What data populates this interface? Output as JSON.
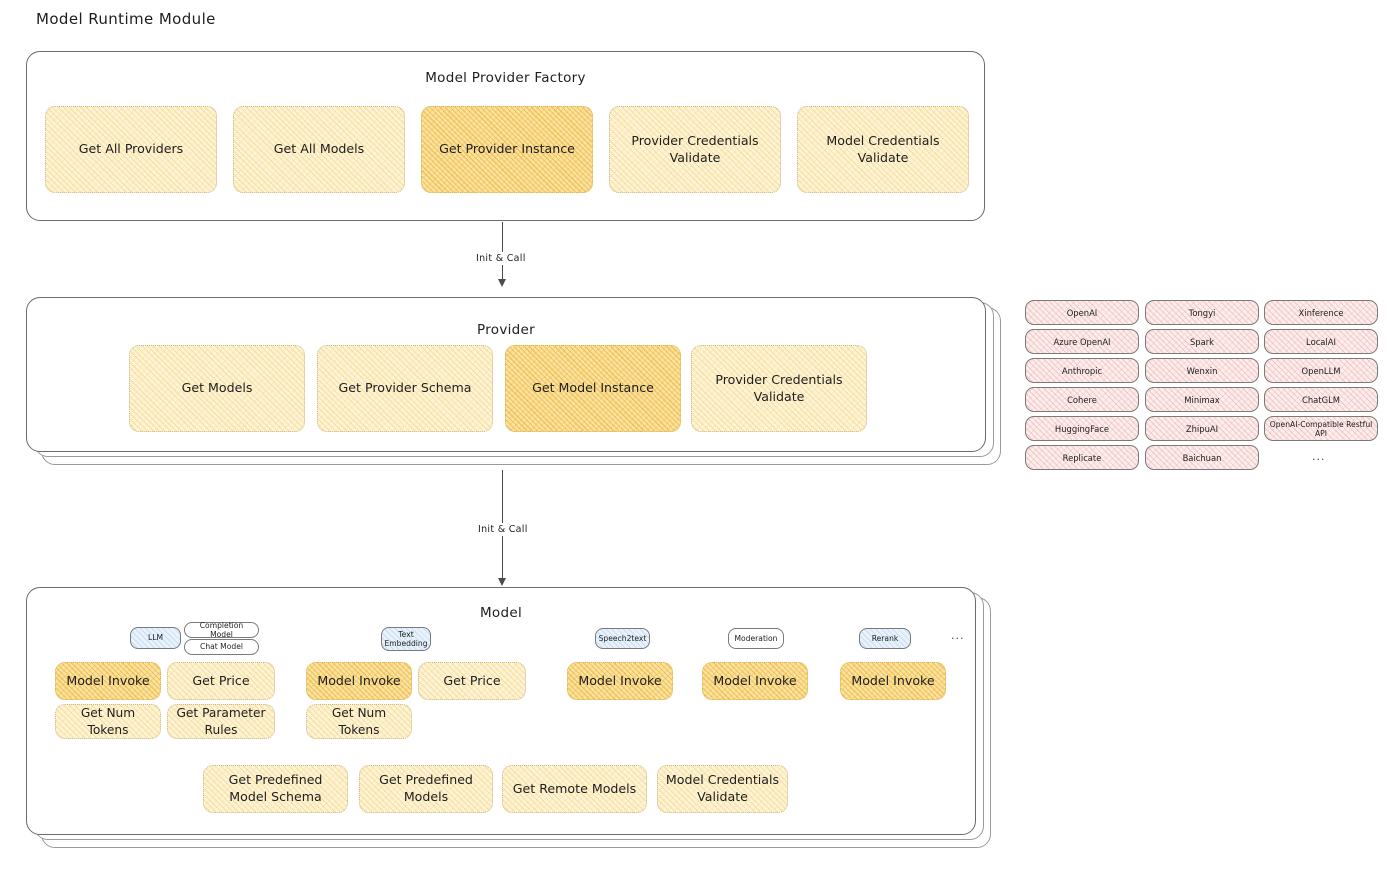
{
  "page": {
    "title": "Model Runtime Module"
  },
  "factory": {
    "title": "Model Provider Factory",
    "methods": [
      {
        "label": "Get All Providers",
        "highlight": false
      },
      {
        "label": "Get All Models",
        "highlight": false
      },
      {
        "label": "Get Provider Instance",
        "highlight": true
      },
      {
        "label": "Provider Credentials Validate",
        "highlight": false
      },
      {
        "label": "Model Credentials Validate",
        "highlight": false
      }
    ]
  },
  "arrow1": {
    "label": "Init & Call"
  },
  "provider": {
    "title": "Provider",
    "methods": [
      {
        "label": "Get Models",
        "highlight": false
      },
      {
        "label": "Get Provider Schema",
        "highlight": false
      },
      {
        "label": "Get Model Instance",
        "highlight": true
      },
      {
        "label": "Provider Credentials Validate",
        "highlight": false
      }
    ]
  },
  "provider_list": {
    "columns": [
      [
        "OpenAI",
        "Azure OpenAI",
        "Anthropic",
        "Cohere",
        "HuggingFace",
        "Replicate"
      ],
      [
        "Tongyi",
        "Spark",
        "Wenxin",
        "Minimax",
        "ZhipuAI",
        "Baichuan"
      ],
      [
        "Xinference",
        "LocalAI",
        "OpenLLM",
        "ChatGLM",
        "OpenAI-Compatible Restful API"
      ]
    ],
    "more": "..."
  },
  "arrow2": {
    "label": "Init & Call"
  },
  "model": {
    "title": "Model",
    "more": "...",
    "types": [
      {
        "badge": "LLM",
        "badge_style": "blue",
        "sub_badges": [
          "Completion Model",
          "Chat Model"
        ],
        "methods": [
          {
            "label": "Model Invoke",
            "highlight": true
          },
          {
            "label": "Get Price",
            "highlight": false
          },
          {
            "label": "Get Num Tokens",
            "highlight": false
          },
          {
            "label": "Get Parameter Rules",
            "highlight": false
          }
        ]
      },
      {
        "badge": "Text Embedding",
        "badge_style": "blue",
        "sub_badges": [],
        "methods": [
          {
            "label": "Model Invoke",
            "highlight": true
          },
          {
            "label": "Get Price",
            "highlight": false
          },
          {
            "label": "Get Num Tokens",
            "highlight": false
          }
        ]
      },
      {
        "badge": "Speech2text",
        "badge_style": "blue",
        "sub_badges": [],
        "methods": [
          {
            "label": "Model Invoke",
            "highlight": true
          }
        ]
      },
      {
        "badge": "Moderation",
        "badge_style": "plain",
        "sub_badges": [],
        "methods": [
          {
            "label": "Model Invoke",
            "highlight": true
          }
        ]
      },
      {
        "badge": "Rerank",
        "badge_style": "blue",
        "sub_badges": [],
        "methods": [
          {
            "label": "Model Invoke",
            "highlight": true
          }
        ]
      }
    ],
    "common_methods": [
      "Get Predefined Model Schema",
      "Get Predefined Models",
      "Get Remote Models",
      "Model Credentials Validate"
    ]
  }
}
